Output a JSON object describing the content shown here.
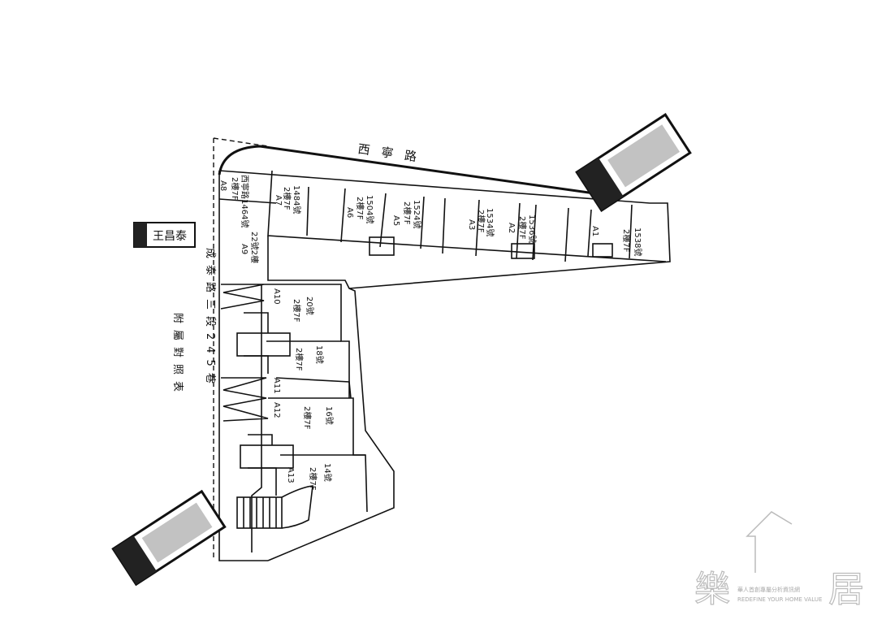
{
  "road_label": "西寧路",
  "lane_label": "成泰路三段245巷",
  "legend_label": "附屬對照表",
  "stamp_text": "王昌泰",
  "units": [
    {
      "id": "A1",
      "addr": "1538號",
      "floor": "2樓7F"
    },
    {
      "id": "A2",
      "addr": "1536號",
      "floor": "2樓7F"
    },
    {
      "id": "A3",
      "addr": "1534號",
      "floor": "2樓7F"
    },
    {
      "id": "A5",
      "addr": "1524號",
      "floor": "2樓7F"
    },
    {
      "id": "A6",
      "addr": "1504號",
      "floor": "2樓7F"
    },
    {
      "id": "A7",
      "addr": "1484號",
      "floor": "2樓7F"
    },
    {
      "id": "A8",
      "addr": "西寧路1464號",
      "floor": "2樓7F"
    },
    {
      "id": "A9",
      "addr": "成泰路三段245巷",
      "floor": "22號2樓"
    },
    {
      "id": "A10",
      "addr": "20號",
      "floor": "2樓7F"
    },
    {
      "id": "A11",
      "addr": "18號",
      "floor": "2樓7F"
    },
    {
      "id": "A12",
      "addr": "16號",
      "floor": "2樓7F"
    },
    {
      "id": "A13",
      "addr": "14號",
      "floor": "2樓7F"
    }
  ],
  "watermark": {
    "logo_char_left": "樂",
    "logo_char_right": "居",
    "tagline_cn": "華人首創專屬分析資訊網",
    "tagline_en": "REDEFINE YOUR HOME VALUE"
  }
}
